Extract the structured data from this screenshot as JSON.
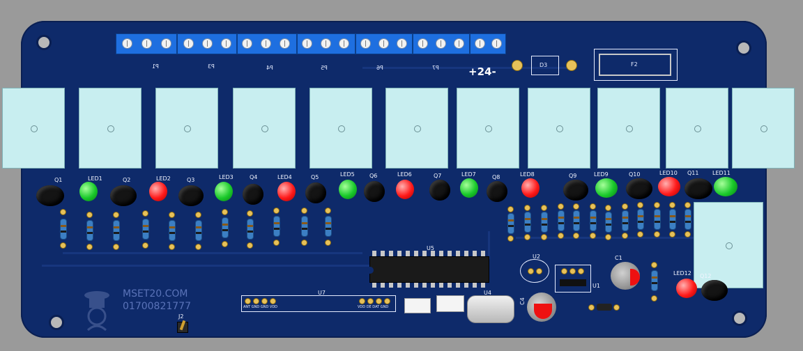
{
  "board": {
    "terminal_labels": [
      "P1",
      "P3",
      "P4",
      "P5",
      "P6",
      "P7"
    ],
    "power_label": "+24-",
    "diode_label": "D3",
    "fuse_label": "F2",
    "transistor_labels": [
      "Q1",
      "Q2",
      "Q3",
      "Q4",
      "Q5",
      "Q6",
      "Q7",
      "Q8",
      "Q9",
      "Q10",
      "Q11"
    ],
    "led_labels": [
      "LED1",
      "LED2",
      "LED3",
      "LED4",
      "LED5",
      "LED6",
      "LED7",
      "LED8",
      "LED9",
      "LED10",
      "LED11"
    ],
    "u5_label": "U5",
    "u2_label": "U2",
    "u1_label": "U1",
    "u4_label": "U4",
    "u7_label": "U7",
    "c1_label": "C1",
    "c4_label": "C4",
    "led12_label": "LED12",
    "q12_label": "Q12",
    "j2_label": "J2",
    "u7_pins_left": "ANT GND GND VDD",
    "u7_pins_right": "VDD DE DAT GND",
    "watermark_line1": "MSET20.COM",
    "watermark_line2": "01700821777"
  },
  "colors": {
    "pcb": "#0e2a6a",
    "terminal_block": "#1e6fe0",
    "relay": "#c8eef0",
    "led_green": "#19c92a",
    "led_red": "#ff1a1a"
  }
}
